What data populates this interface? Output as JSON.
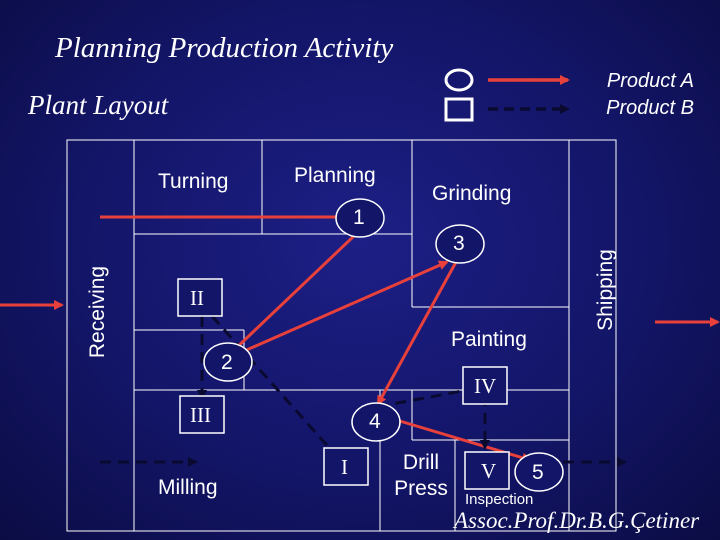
{
  "header": {
    "title": "Planning Production Activity",
    "subtitle": "Plant Layout"
  },
  "legend": {
    "product_a": "Product A",
    "product_b": "Product B",
    "symbol_a": "circle-icon",
    "symbol_b": "square-icon"
  },
  "areas": {
    "receiving": "Receiving",
    "shipping": "Shipping",
    "turning": "Turning",
    "planning": "Planning",
    "grinding": "Grinding",
    "painting": "Painting",
    "milling": "Milling",
    "drill_press": "Drill Press",
    "inspection": "Inspection"
  },
  "steps_a": {
    "s1": "1",
    "s2": "2",
    "s3": "3",
    "s4": "4",
    "s5": "5"
  },
  "steps_b": {
    "r1": "I",
    "r2": "II",
    "r3": "III",
    "r4": "IV",
    "r5": "V"
  },
  "credit": "Assoc.Prof.Dr.B.G.Çetiner",
  "colors": {
    "background": "#131568",
    "product_a": "#e8403a",
    "product_b": "#0a0a30",
    "lines": "#ffffff"
  }
}
